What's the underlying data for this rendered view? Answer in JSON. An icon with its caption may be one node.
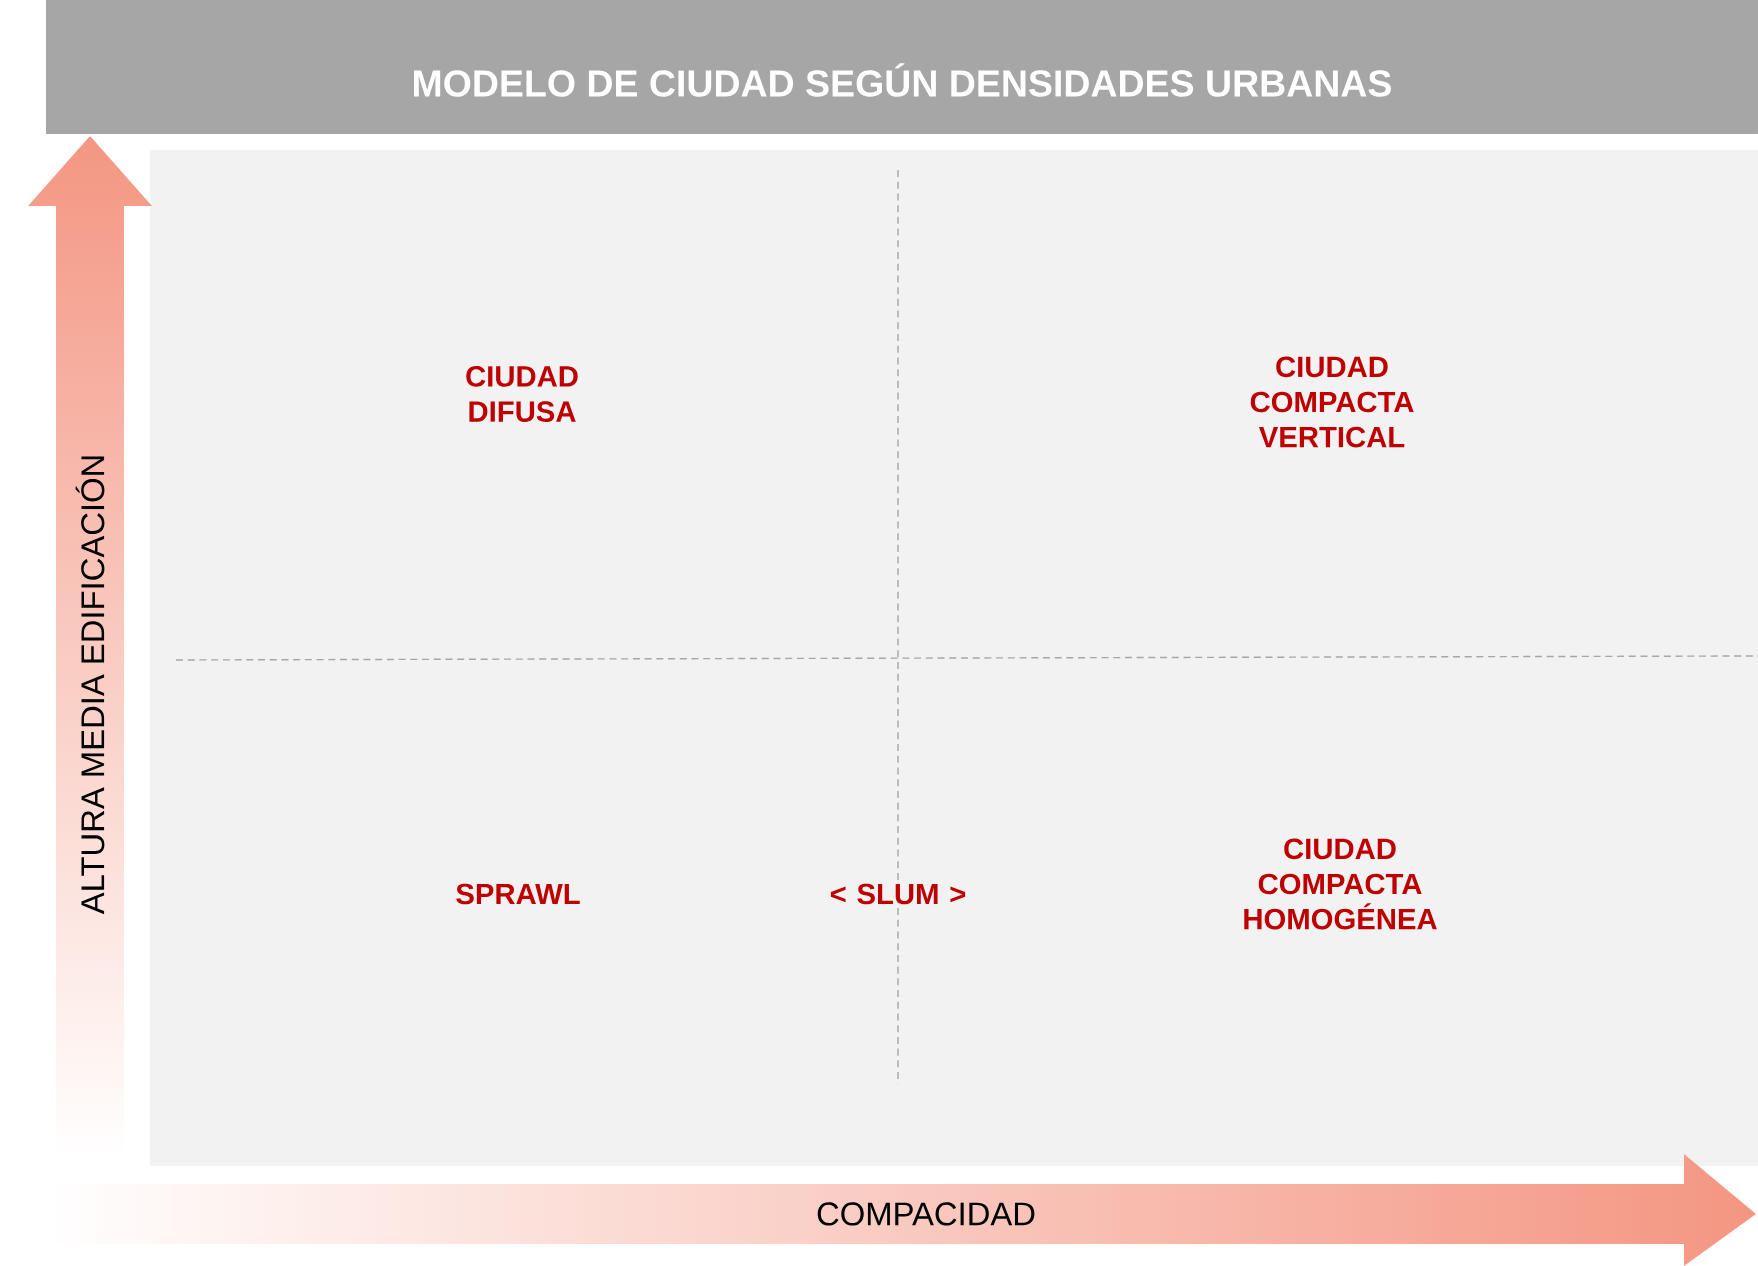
{
  "diagram": {
    "title": "MODELO DE CIUDAD SEGÚN DENSIDADES URBANAS",
    "labels": [
      "CIUDAD DIFUSA",
      "CIUDAD COMPACTA VERTICAL",
      "SPRAWL",
      "< SLUM >",
      "CIUDAD COMPACTA HOMOGÉNEA",
      "ALTURA MEDIA EDIFICACIÓN",
      "COMPACIDAD"
    ]
  }
}
